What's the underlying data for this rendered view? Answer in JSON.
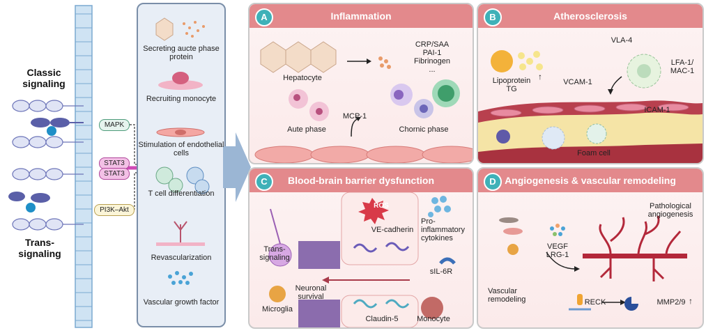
{
  "left": {
    "classic_label": "Classic\nsignaling",
    "trans_label": "Trans-\nsignaling",
    "mapk": "MAPK",
    "stat3_top": "STAT3",
    "stat3_bottom": "STAT3",
    "pi3k": "PI3K–Akt"
  },
  "middle": {
    "items": [
      "Secreting aucte phase protein",
      "Recruiting monocyte",
      "Stimulation of endothelial cells",
      "T cell differentiation",
      "Revascularization",
      "Vascular growth factor"
    ]
  },
  "panel_a": {
    "badge": "A",
    "title": "Inflammation",
    "hepatocyte": "Hepatocyte",
    "proteins": "CRP/SAA\nPAI-1\nFibrinogen\n...",
    "acute": "Aute phase",
    "mcp1": "MCP-1",
    "chronic": "Chornic phase"
  },
  "panel_b": {
    "badge": "B",
    "title": "Atherosclerosis",
    "vla4": "VLA-4",
    "lfa1": "LFA-1/\nMAC-1",
    "lipoprotein": "Lipoprotein\nTG",
    "vcam1": "VCAM-1",
    "icam1": "ICAM-1",
    "foam": "Foam cell"
  },
  "panel_c": {
    "badge": "C",
    "title": "Blood-brain barrier dysfunction",
    "ros": "ROS",
    "ve_cadherin": "VE-cadherin",
    "pro_inflam": "Pro-\ninflammatory\ncytokines",
    "trans": "Trans-\nsignaling",
    "neuronal": "Neuronal\nsurvival",
    "sil6r": "sIL-6R",
    "microglia": "Microglia",
    "claudin": "Claudin-5",
    "monocyte": "Monocyte"
  },
  "panel_d": {
    "badge": "D",
    "title": "Angiogenesis & vascular remodeling",
    "pathological": "Pathological\nangiogenesis",
    "vegf": "VEGF\nLRG-1",
    "vascular_remodeling": "Vascular\nremodeling",
    "reck": "RECK",
    "mmp": "MMP2/9"
  }
}
